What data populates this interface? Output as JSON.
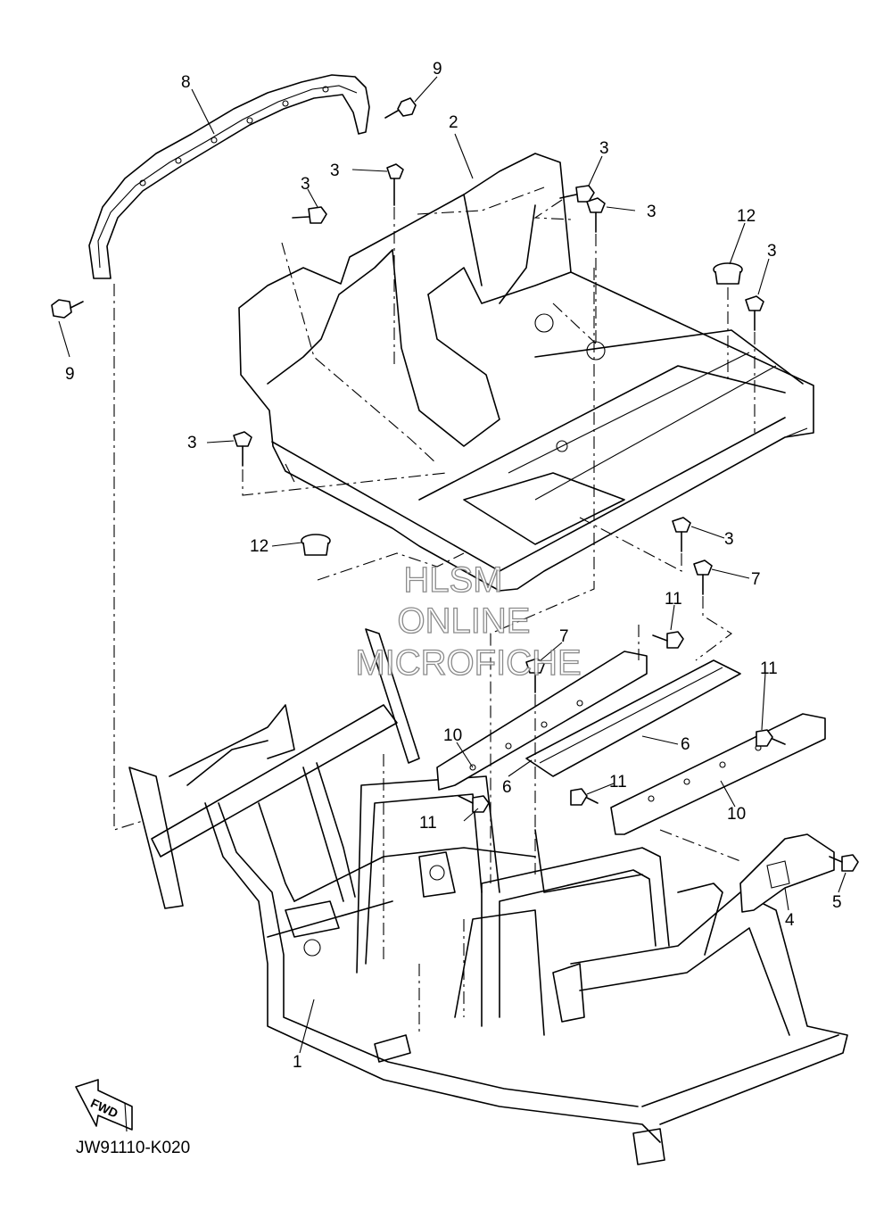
{
  "diagram_code": "JW91110-K020",
  "fwd_label": "FWD",
  "watermark": [
    "HLSM",
    "ONLINE",
    "MICROFICHE"
  ],
  "callouts": [
    {
      "label": "8"
    },
    {
      "label": "9"
    },
    {
      "label": "9"
    },
    {
      "label": "2"
    },
    {
      "label": "3"
    },
    {
      "label": "3"
    },
    {
      "label": "3"
    },
    {
      "label": "3"
    },
    {
      "label": "12"
    },
    {
      "label": "3"
    },
    {
      "label": "3"
    },
    {
      "label": "12"
    },
    {
      "label": "3"
    },
    {
      "label": "7"
    },
    {
      "label": "11"
    },
    {
      "label": "7"
    },
    {
      "label": "11"
    },
    {
      "label": "10"
    },
    {
      "label": "6"
    },
    {
      "label": "6"
    },
    {
      "label": "11"
    },
    {
      "label": "11"
    },
    {
      "label": "10"
    },
    {
      "label": "4"
    },
    {
      "label": "5"
    },
    {
      "label": "1"
    }
  ]
}
